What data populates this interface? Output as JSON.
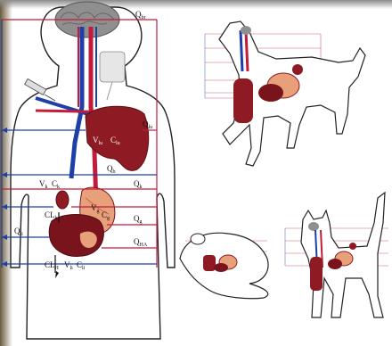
{
  "colors": {
    "artery": "#c21c3a",
    "vein": "#1f3fa8",
    "organ": "#8e1b23",
    "liver": "#7a141c",
    "gut": "#e8a07a",
    "brain": "#8c8c8c",
    "outline": "#222222"
  },
  "human": {
    "labels": {
      "q_brain": "Q",
      "q_brain_sub": "br",
      "q_lung": "Q",
      "q_lung_sub": "lu",
      "v_lung": "V",
      "v_lung_sub": "lu",
      "c_lung": "C",
      "c_lung_sub": "lu",
      "q_body": "Q",
      "q_body_sub": "b",
      "q_kidney": "Q",
      "q_kidney_sub": "k",
      "v_kidney": "V",
      "v_kidney_sub": "k",
      "c_kidney": "C",
      "c_kidney_sub": "k",
      "cl_kidney": "CL",
      "cl_kidney_sub": "k",
      "v_gut": "V",
      "v_gut_sub": "g",
      "c_gut": "C",
      "c_gut_sub": "g",
      "q_gut": "Q",
      "q_gut_sub": "g",
      "q_liver_left": "Q",
      "q_liver_left_sub": "li",
      "q_ha": "Q",
      "q_ha_sub": "HA",
      "v_liver": "V",
      "v_liver_sub": "li",
      "c_liver": "C",
      "c_liver_sub": "li",
      "cl_liver": "CL",
      "cl_liver_sub": "H"
    }
  },
  "animals": [
    {
      "name": "horse-panel"
    },
    {
      "name": "rat-panel"
    },
    {
      "name": "dog-panel"
    }
  ]
}
